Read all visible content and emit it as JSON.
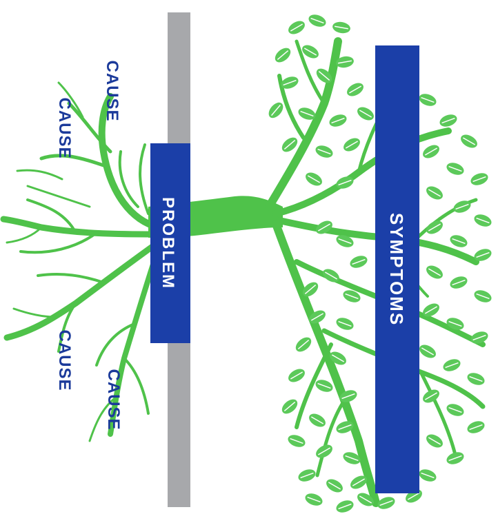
{
  "colors": {
    "tree_green": "#4fc24a",
    "leaf_green": "#5cc95a",
    "box_blue": "#1b3fa8",
    "ground_gray": "#a7a8ab",
    "cause_text": "#1b3a9a"
  },
  "problem_label": "PROBLEM",
  "symptoms_label": "SYMPTOMS",
  "causes": [
    "CAUSE",
    "CAUSE",
    "CAUSE",
    "CAUSE"
  ]
}
